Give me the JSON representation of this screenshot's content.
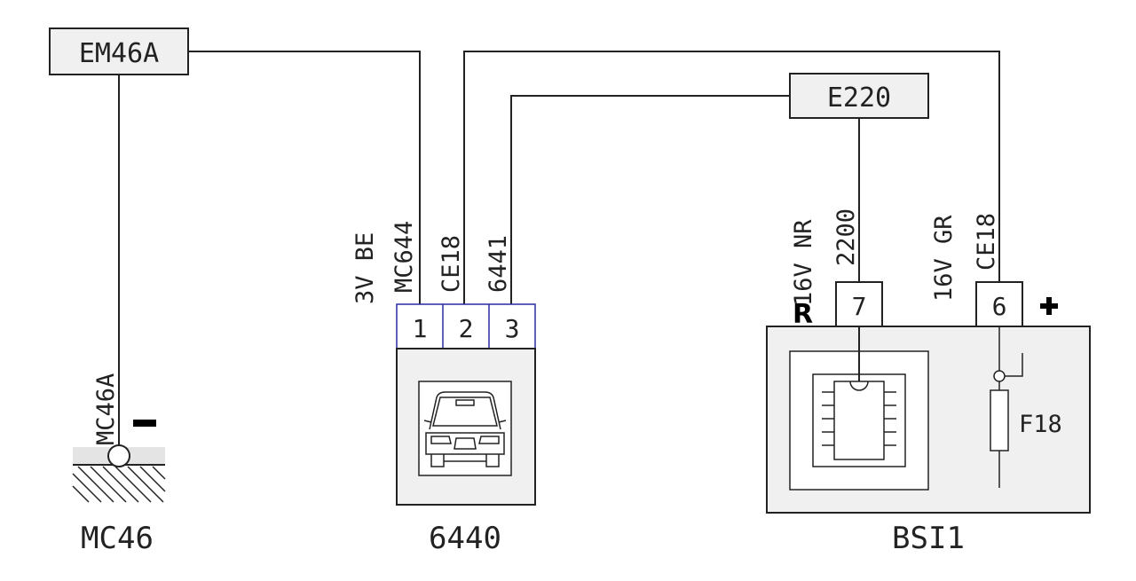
{
  "connectors": {
    "em46a": "EM46A",
    "e220": "E220"
  },
  "ground": {
    "wire_label": "MC46A",
    "name": "MC46",
    "minus_symbol": "−"
  },
  "component_6440": {
    "name": "6440",
    "pins": [
      "1",
      "2",
      "3"
    ],
    "wires": {
      "pin1": {
        "line1": "3V BE",
        "line2": "MC644"
      },
      "pin2": "CE18",
      "pin3": "6441"
    }
  },
  "bsi": {
    "name": "BSI1",
    "pin7": "7",
    "pin6": "6",
    "fuse": "F18",
    "marker_r": "R",
    "plus_symbol": "+",
    "wires": {
      "pin7": {
        "line1": "16V NR",
        "line2": "2200"
      },
      "pin6": {
        "line1": "16V GR",
        "line2": "CE18"
      }
    }
  },
  "colors": {
    "line": "#222222",
    "box_fill": "#f0f0f0",
    "pin_border": "#2a2aa0"
  }
}
